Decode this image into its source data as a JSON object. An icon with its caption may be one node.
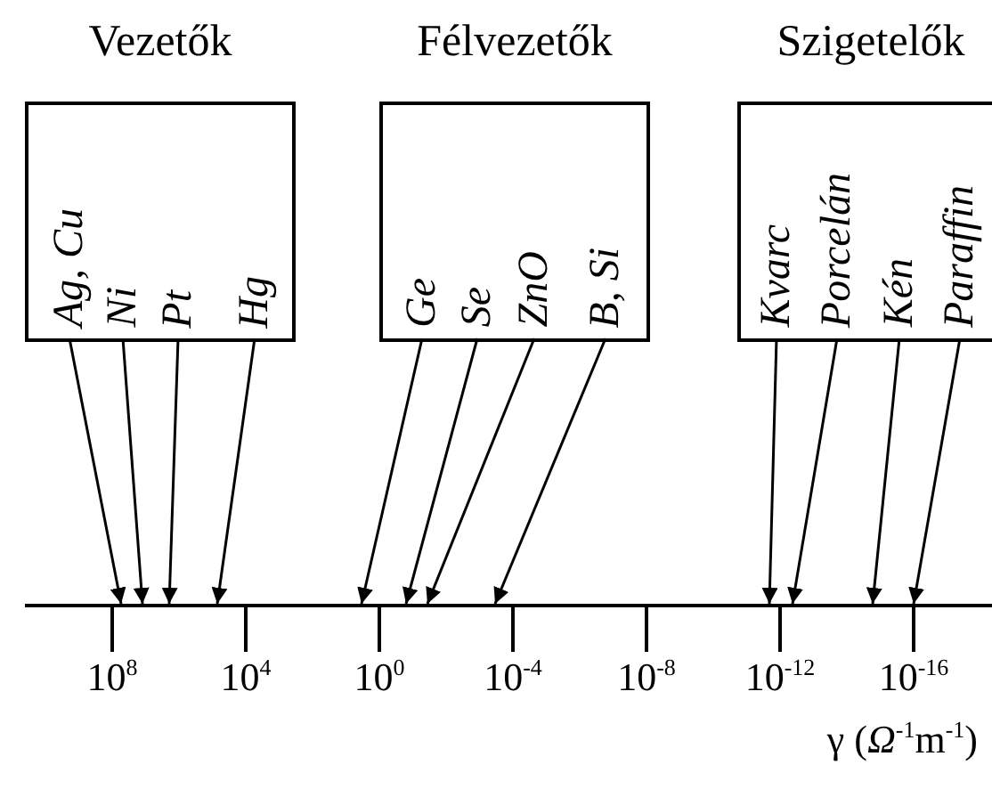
{
  "diagram": {
    "nodes": [
      {
        "text": [
          "Vezetők"
        ]
      },
      {
        "text": [
          "Ag, Cu"
        ],
        "in": 0
      },
      {
        "text": [
          "Ni"
        ],
        "in": 0
      },
      {
        "text": [
          "Pt"
        ],
        "in": 0
      },
      {
        "text": [
          "Hg"
        ],
        "in": 0
      },
      {
        "text": [
          "Félvezetők"
        ]
      },
      {
        "text": [
          "Ge"
        ],
        "in": 5
      },
      {
        "text": [
          "Se"
        ],
        "in": 5
      },
      {
        "text": [
          "ZnO"
        ],
        "in": 5
      },
      {
        "text": [
          "B, Si"
        ],
        "in": 5
      },
      {
        "text": [
          "Szigetelők"
        ]
      },
      {
        "text": [
          "Kvarc"
        ],
        "in": 10
      },
      {
        "text": [
          "Porcelán"
        ],
        "in": 10
      },
      {
        "text": [
          "Kén"
        ],
        "in": 10
      },
      {
        "text": [
          "Paraffin"
        ],
        "in": 10
      },
      {
        "text": [],
        "shape": "line"
      }
    ],
    "edges": [
      {
        "from": 1,
        "to": 15,
        "arrow": "to"
      },
      {
        "from": 2,
        "to": 15,
        "arrow": "to"
      },
      {
        "from": 3,
        "to": 15,
        "arrow": "to"
      },
      {
        "from": 4,
        "to": 15,
        "arrow": "to"
      },
      {
        "from": 6,
        "to": 15,
        "arrow": "to"
      },
      {
        "from": 7,
        "to": 15,
        "arrow": "to"
      },
      {
        "from": 8,
        "to": 15,
        "arrow": "to"
      },
      {
        "from": 9,
        "to": 15,
        "arrow": "to"
      },
      {
        "from": 11,
        "to": 15,
        "arrow": "to"
      },
      {
        "from": 12,
        "to": 15,
        "arrow": "to"
      },
      {
        "from": 13,
        "to": 15,
        "arrow": "to"
      },
      {
        "from": 14,
        "to": 15,
        "arrow": "to"
      }
    ],
    "labels": [
      "10$^{8}$",
      "10$^{4}$",
      "10$^{0}$",
      "10$^{-4}$",
      "10$^{-8}$",
      "10$^{-12}$",
      "10$^{-16}$",
      "γ (*Ω*$^{-1}$m$^{-1}$)"
    ]
  }
}
